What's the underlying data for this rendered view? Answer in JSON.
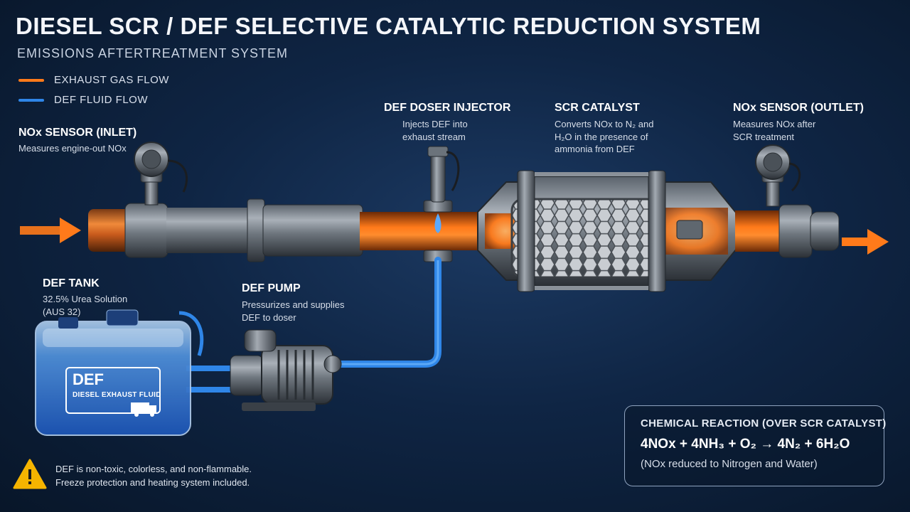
{
  "header": {
    "title": "DIESEL SCR / DEF SELECTIVE CATALYTIC REDUCTION SYSTEM",
    "subtitle": "EMISSIONS AFTERTREATMENT SYSTEM"
  },
  "legend": {
    "exhaust_label": "EXHAUST GAS FLOW",
    "def_label": "DEF FLUID FLOW",
    "exhaust_color": "#ff7a1a",
    "def_color": "#2f86e8"
  },
  "components": {
    "nox_inlet": {
      "title": "NOx SENSOR (INLET)",
      "desc": "Measures engine-out NOx"
    },
    "doser": {
      "title": "DEF DOSER INJECTOR",
      "desc": "Injects DEF into\nexhaust stream"
    },
    "scr": {
      "title": "SCR CATALYST",
      "desc": "Converts NOx to N₂ and\nH₂O in the presence of\nammonia from DEF"
    },
    "nox_outlet": {
      "title": "NOx SENSOR (OUTLET)",
      "desc": "Measures NOx after\nSCR treatment"
    },
    "tank": {
      "title": "DEF TANK",
      "desc": "32.5% Urea Solution\n(AUS 32)",
      "badge_big": "DEF",
      "badge_small": "DIESEL EXHAUST FLUID"
    },
    "pump": {
      "title": "DEF PUMP",
      "desc": "Pressurizes and supplies\nDEF to doser"
    }
  },
  "reaction": {
    "heading": "CHEMICAL REACTION (OVER SCR CATALYST)",
    "equation": "4NOx + 4NH₃ + O₂ → 4N₂ + 6H₂O",
    "note": "(NOx reduced to Nitrogen and Water)"
  },
  "warning": {
    "icon": "warning-triangle-icon",
    "text": "DEF is non-toxic, colorless, and non-flammable.\nFreeze protection and heating system included."
  }
}
